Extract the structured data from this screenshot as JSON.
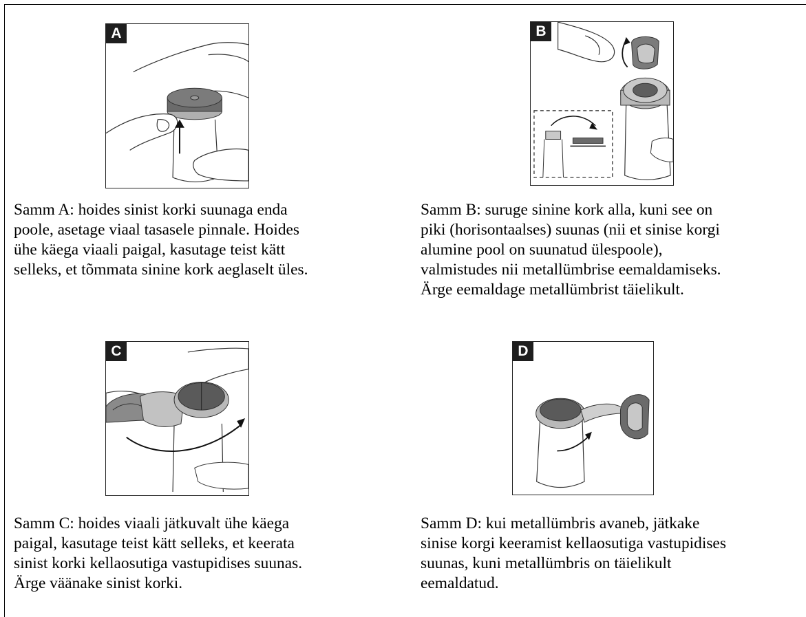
{
  "steps": [
    {
      "label": "A",
      "lines": [
        "Samm A: hoides sinist korki suunaga enda",
        "poole, asetage viaal tasasele pinnale. Hoides",
        "ühe käega viaali paigal, kasutage teist kätt",
        "selleks, et tõmmata sinine kork aeglaselt üles."
      ]
    },
    {
      "label": "B",
      "lines": [
        "Samm B: suruge sinine kork alla, kuni see on",
        "piki (horisontaalses) suunas (nii et sinise korgi",
        "alumine pool on suunatud ülespoole),",
        "valmistudes nii metallümbrise eemaldamiseks.",
        "Ärge eemaldage metallümbrist täielikult."
      ]
    },
    {
      "label": "C",
      "lines": [
        "Samm C: hoides viaali jätkuvalt ühe käega",
        "paigal, kasutage teist kätt selleks, et keerata",
        "sinist korki kellaosutiga vastupidises suunas.",
        "Ärge väänake sinist korki."
      ]
    },
    {
      "label": "D",
      "lines": [
        "Samm D: kui metallümbris avaneb, jätkake",
        "sinise korgi keeramist kellaosutiga vastupidises",
        "suunas, kuni metallümbris on täielikult",
        "eemaldatud."
      ]
    }
  ],
  "colors": {
    "cap_dark": "#6b6b6b",
    "cap_light": "#b9b9b9",
    "badge": "#1e1e1e"
  }
}
